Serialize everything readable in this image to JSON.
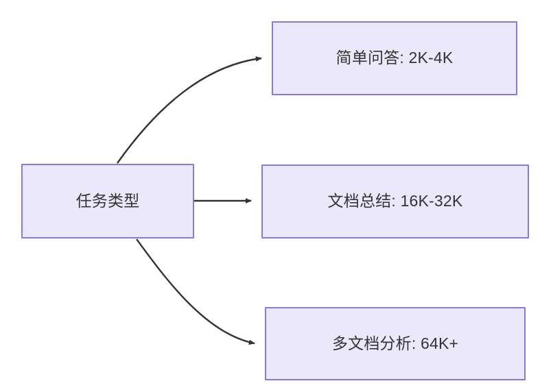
{
  "diagram": {
    "title": "任务类型",
    "background_color": "#ffffff",
    "node_fill_color": "#ebe8fb",
    "node_border_color": "#8a7ad8",
    "node_text_color": "#333333",
    "edge_color": "#333333",
    "root": {
      "id": "node-root",
      "label": "任务类型"
    },
    "nodes": [
      {
        "id": "node-task-1",
        "label": "简单问答: 2K-4K",
        "task": "简单问答",
        "context_range": "2K-4K"
      },
      {
        "id": "node-task-2",
        "label": "文档总结: 16K-32K",
        "task": "文档总结",
        "context_range": "16K-32K"
      },
      {
        "id": "node-task-3",
        "label": "多文档分析: 64K+",
        "task": "多文档分析",
        "context_range": "64K+"
      }
    ],
    "edges": [
      {
        "id": "edge-root-to-task-1",
        "from": "node-root",
        "to": "node-task-1",
        "style": "curved",
        "arrow": "triangle",
        "label": ""
      },
      {
        "id": "edge-root-to-task-2",
        "from": "node-root",
        "to": "node-task-2",
        "style": "straight",
        "arrow": "triangle",
        "label": ""
      },
      {
        "id": "edge-root-to-task-3",
        "from": "node-root",
        "to": "node-task-3",
        "style": "curved",
        "arrow": "triangle",
        "label": ""
      }
    ]
  }
}
